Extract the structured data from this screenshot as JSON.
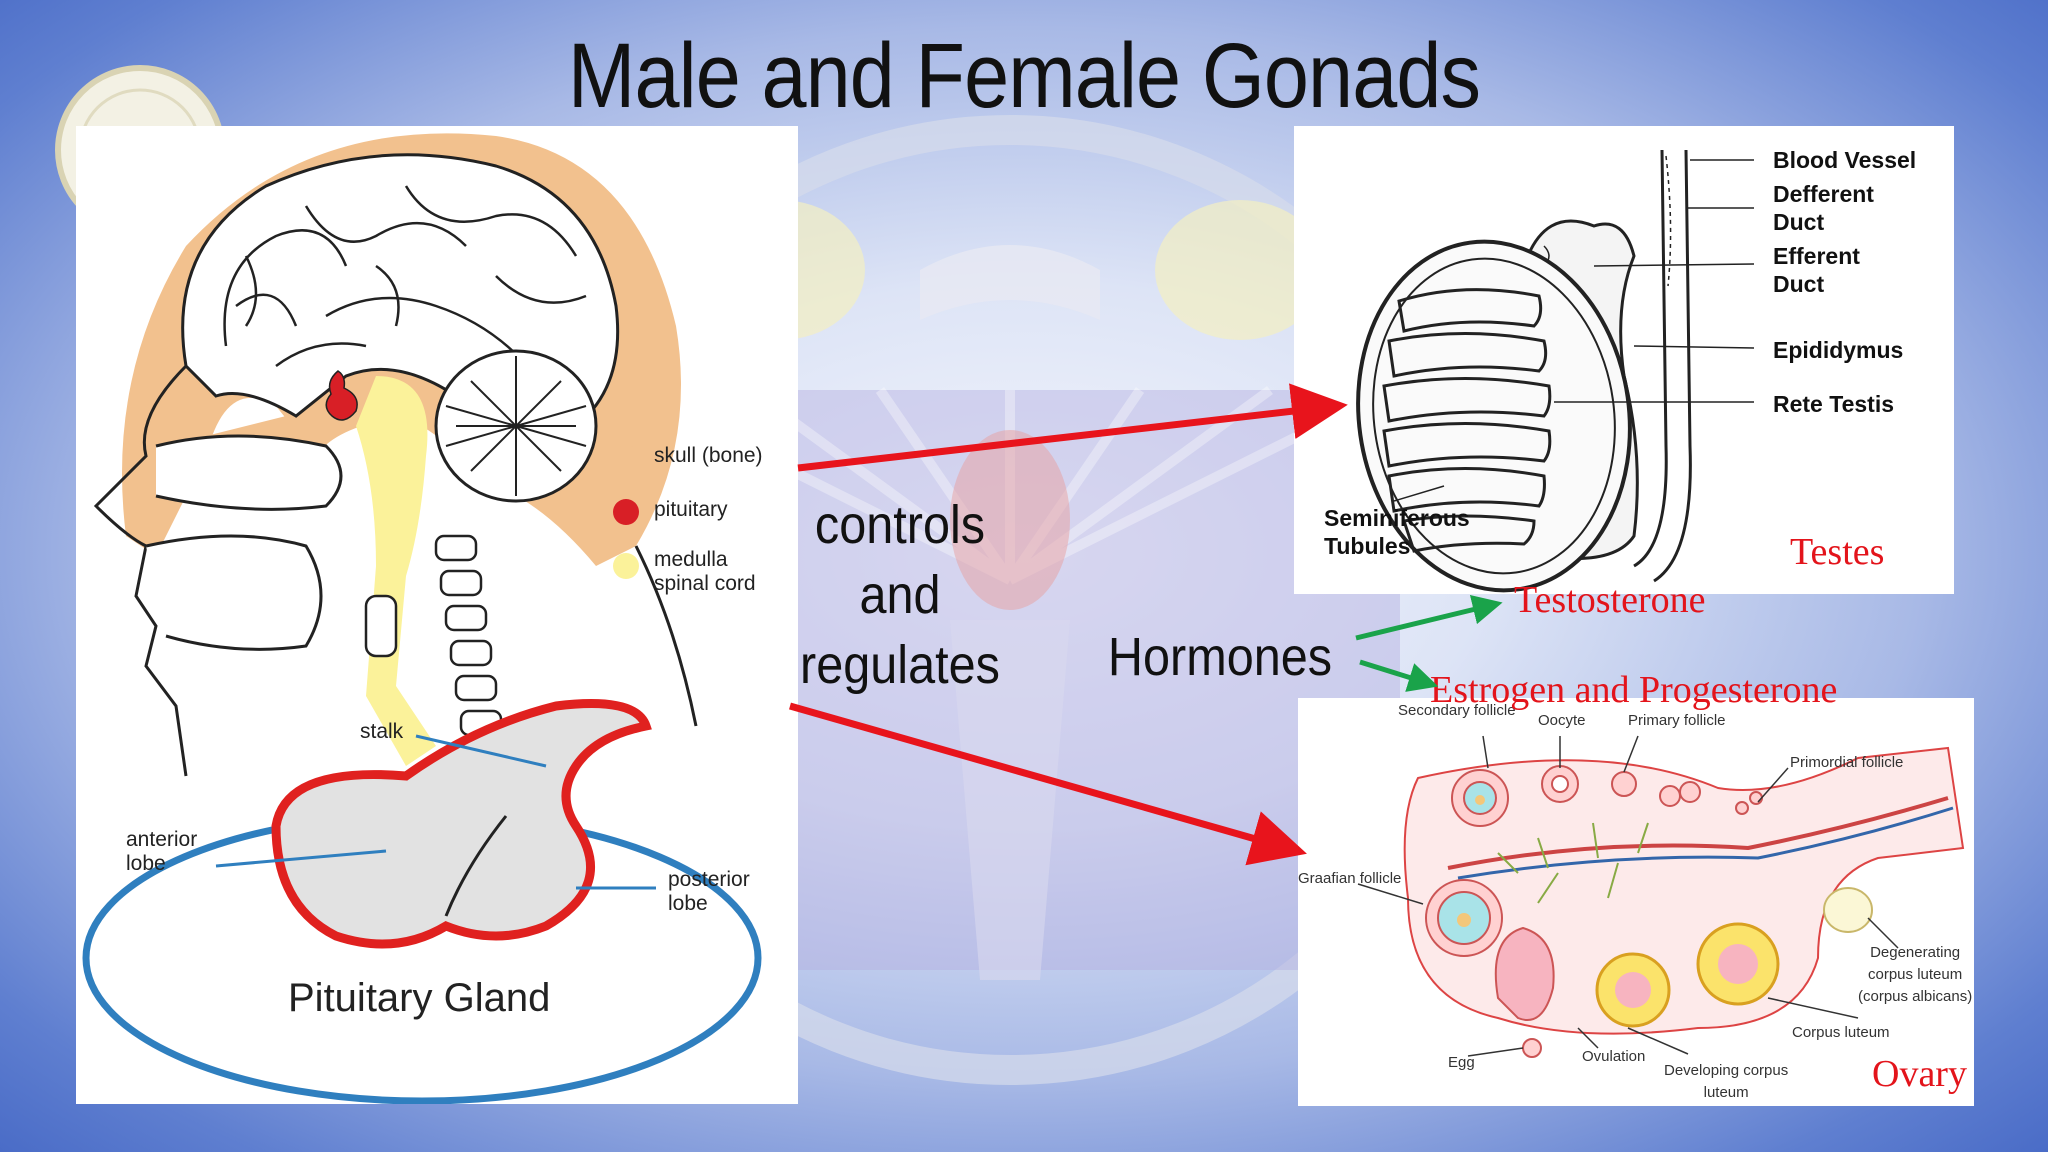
{
  "slide": {
    "title": "Male and Female Gonads",
    "middle_text": [
      "controls",
      "and",
      "regulates"
    ],
    "hormones_label": "Hormones"
  },
  "head_diagram": {
    "legend": [
      {
        "label": "skull (bone)",
        "color": "#f2c18e"
      },
      {
        "label": "pituitary",
        "color": "#d81f26"
      },
      {
        "label": "medulla\nspinal cord",
        "color": "#fbf29a"
      }
    ],
    "pituitary": {
      "stalk": "stalk",
      "anterior": "anterior\nlobe",
      "posterior": "posterior\nlobe",
      "title": "Pituitary Gland"
    }
  },
  "testes_diagram": {
    "labels": {
      "blood_vessel": "Blood Vessel",
      "defferent_duct": "Defferent\nDuct",
      "efferent_duct": "Efferent\nDuct",
      "epididymus": "Epididymus",
      "rete_testis": "Rete Testis",
      "seminiferous": "Seminiferous\nTubules"
    },
    "caption": "Testes",
    "hormone": "Testosterone"
  },
  "ovary_diagram": {
    "hormone": "Estrogen and Progesterone",
    "labels": {
      "secondary_follicle": "Secondary follicle",
      "oocyte": "Oocyte",
      "primary_follicle": "Primary follicle",
      "primordial_follicle": "Primordial follicle",
      "graafian_follicle": "Graafian follicle",
      "degenerating": "Degenerating\ncorpus luteum\n(corpus albicans)",
      "corpus_luteum": "Corpus luteum",
      "egg": "Egg",
      "ovulation": "Ovulation",
      "developing": "Developing corpus\nluteum"
    },
    "caption": "Ovary"
  },
  "colors": {
    "arrow_red": "#e8141c",
    "arrow_green": "#1aa34a",
    "pituitary_outline": "#e0211f",
    "ellipse_blue": "#2f7fbf"
  }
}
